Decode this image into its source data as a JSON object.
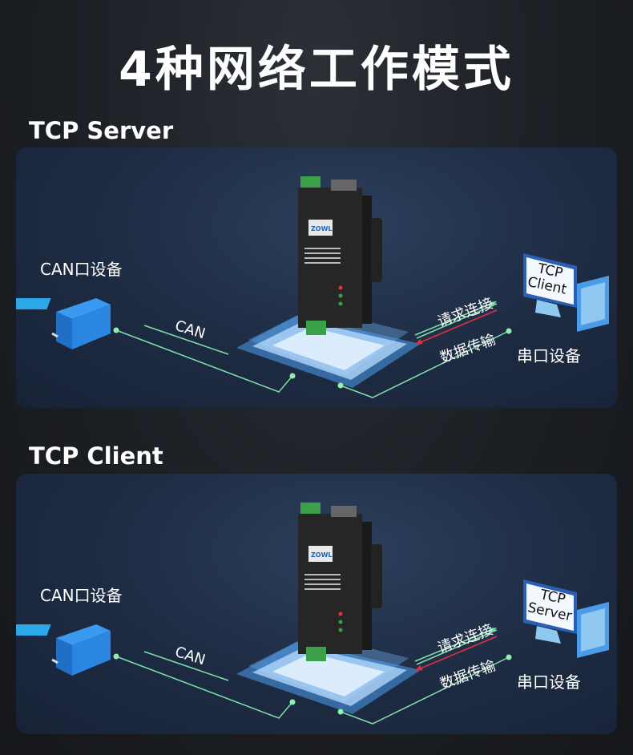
{
  "title": "4种网络工作模式",
  "modes": [
    {
      "label": "TCP Server",
      "can_device": "CAN口设备",
      "can_link": "CAN",
      "request_label": "请求连接",
      "transfer_label": "数据传输",
      "serial_device": "串口设备",
      "monitor_text_line1": "TCP",
      "monitor_text_line2": "Client"
    },
    {
      "label": "TCP Client",
      "can_device": "CAN口设备",
      "can_link": "CAN",
      "request_label": "请求连接",
      "transfer_label": "数据传输",
      "serial_device": "串口设备",
      "monitor_text_line1": "TCP",
      "monitor_text_line2": "Server"
    }
  ],
  "device_brand": "ZOWL",
  "colors": {
    "link_line": "#7ee0a8",
    "request_arrow": "#7ee0a8",
    "transfer_arrow": "#e03040",
    "platform": "#5aa8f5",
    "terminal_green": "#3aa04a"
  }
}
